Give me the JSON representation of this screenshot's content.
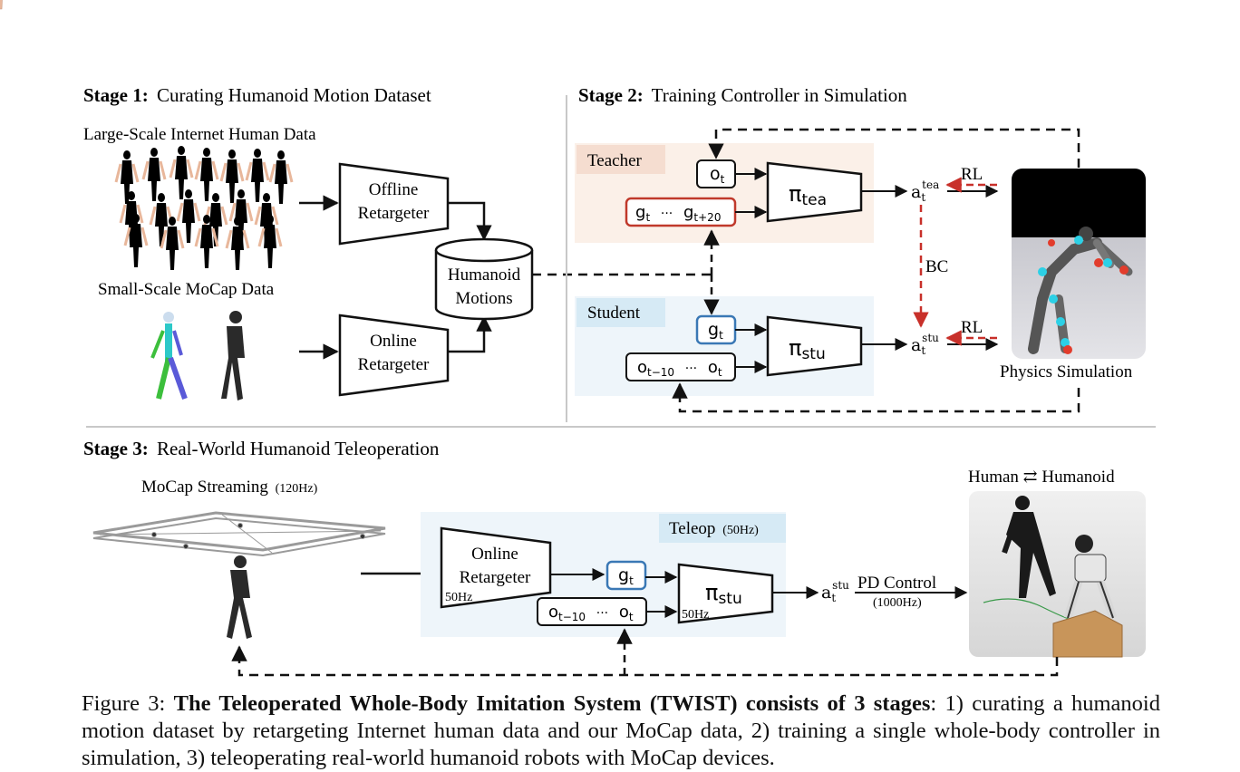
{
  "stage1": {
    "label": "Stage 1:",
    "title": "Curating Humanoid Motion Dataset",
    "internet_data": "Large-Scale Internet Human Data",
    "mocap_data": "Small-Scale MoCap Data",
    "offline_retargeter": [
      "Offline",
      "Retargeter"
    ],
    "online_retargeter": [
      "Online",
      "Retargeter"
    ],
    "humanoid_motions": [
      "Humanoid",
      "Motions"
    ]
  },
  "stage2": {
    "label": "Stage 2:",
    "title": "Training Controller in Simulation",
    "teacher": "Teacher",
    "student": "Student",
    "teacher_obs": "o",
    "teacher_obs_sub": "t",
    "teacher_goal": "g",
    "teacher_goal_sub1": "t",
    "teacher_goal_dots": "···",
    "teacher_goal_sub2": "t+20",
    "teacher_policy": "π",
    "teacher_policy_sub": "tea",
    "teacher_action": "a",
    "teacher_action_sub": "t",
    "teacher_action_sup": "tea",
    "student_goal": "g",
    "student_goal_sub": "t",
    "student_obs": "o",
    "student_obs_sub1": "t−10",
    "student_obs_dots": "···",
    "student_obs_sub2": "t",
    "student_policy": "π",
    "student_policy_sub": "stu",
    "student_action": "a",
    "student_action_sub": "t",
    "student_action_sup": "stu",
    "rl": "RL",
    "bc": "BC",
    "physics_simulation": "Physics Simulation"
  },
  "stage3": {
    "label": "Stage 3:",
    "title": "Real-World Humanoid Teleoperation",
    "mocap_streaming": "MoCap Streaming",
    "mocap_rate": "(120Hz)",
    "teleop": "Teleop",
    "teleop_rate": "(50Hz)",
    "online_retargeter": [
      "Online",
      "Retargeter"
    ],
    "retargeter_rate": "50Hz",
    "goal": "g",
    "goal_sub": "t",
    "obs": "o",
    "obs_sub1": "t−10",
    "obs_dots": "···",
    "obs_sub2": "t",
    "policy": "π",
    "policy_sub": "stu",
    "policy_rate": "50Hz",
    "action": "a",
    "action_sub": "t",
    "action_sup": "stu",
    "pd_control": "PD Control",
    "pd_rate": "(1000Hz)",
    "human_humanoid": "Human ⇄ Humanoid"
  },
  "caption": {
    "prefix": "Figure 3: ",
    "bold": "The Teleoperated Whole-Body Imitation System (TWIST) consists of 3 stages",
    "rest": ": 1) curating a humanoid motion dataset by retargeting Internet human data and our MoCap data, 2) training a single whole-body controller in simulation, 3) teleoperating real-world humanoid robots with MoCap devices."
  },
  "colors": {
    "teacher_bg": "#fbf0e8",
    "teacher_tag": "#f5ddd0",
    "student_bg": "#eef5fa",
    "student_tag": "#d6eaf5",
    "goal_border_red": "#c0392b",
    "goal_border_blue": "#3a78b5",
    "dashed_red": "#c8302a"
  }
}
